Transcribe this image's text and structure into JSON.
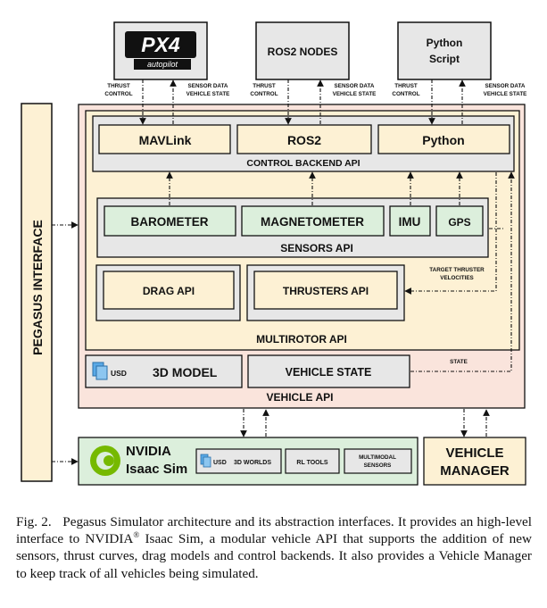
{
  "external": {
    "px4": {
      "brand": "PX4",
      "sub": "autopilot"
    },
    "ros2_nodes": "ROS2 NODES",
    "python_script": [
      "Python",
      "Script"
    ]
  },
  "arrow_labels": {
    "thrust_control": [
      "THRUST",
      "CONTROL"
    ],
    "sensor_data": [
      "SENSOR DATA",
      "VEHICLE STATE"
    ],
    "target_thruster": [
      "TARGET THRUSTER",
      "VELOCITIES"
    ],
    "state": "STATE"
  },
  "control_backend": {
    "title": "CONTROL BACKEND API",
    "items": [
      "MAVLink",
      "ROS2",
      "Python"
    ]
  },
  "sensors": {
    "title": "SENSORS API",
    "items": [
      "BAROMETER",
      "MAGNETOMETER",
      "IMU",
      "GPS"
    ]
  },
  "multirotor": {
    "title": "MULTIROTOR API",
    "drag": "DRAG API",
    "thrusters": "THRUSTERS API"
  },
  "vehicle": {
    "title": "VEHICLE API",
    "usd": "USD",
    "model": "3D MODEL",
    "state": "VEHICLE STATE"
  },
  "pegasus": "PEGASUS INTERFACE",
  "isaac": {
    "name": [
      "NVIDIA",
      "Isaac Sim"
    ],
    "worlds_usd": "USD",
    "worlds": "3D WORLDS",
    "rl": "RL TOOLS",
    "multimodal": [
      "MULTIMODAL",
      "SENSORS"
    ]
  },
  "manager": [
    "VEHICLE",
    "MANAGER"
  ],
  "caption": {
    "prefix": "Fig. 2.",
    "text1": "Pegasus Simulator architecture and its abstraction interfaces. It provides an high-level interface to NVIDIA",
    "reg": "®",
    "text2": " Isaac Sim, a modular vehicle API that supports the addition of new sensors, thrust curves, drag models and control backends. It also provides a Vehicle Manager to keep track of all vehicles being simulated."
  },
  "colors": {
    "cream": "#fdf1d4",
    "peach": "#fae4dc",
    "gray": "#e7e7e7",
    "green": "#dcefdc",
    "nvidia_green": "#76b900",
    "usd_blue": "#5aa9e6"
  }
}
